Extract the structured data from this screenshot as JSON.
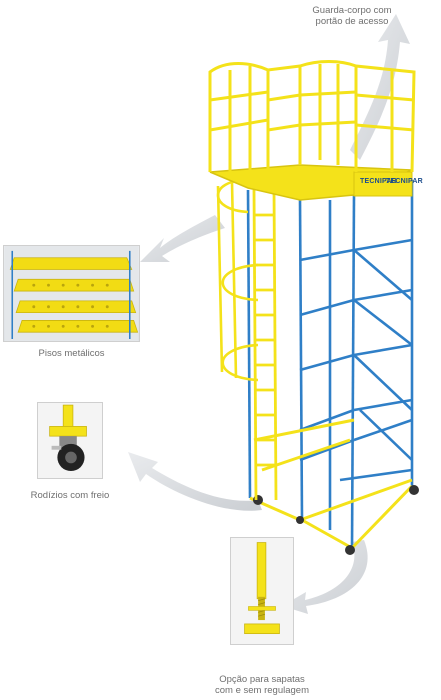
{
  "captions": {
    "guard_rail": [
      "Guarda-corpo com",
      "portão de acesso"
    ],
    "floors": "Pisos metálicos",
    "casters": "Rodízios com freio",
    "feet": [
      "Opção para sapatas",
      "com e sem regulagem"
    ]
  },
  "brand": {
    "logo_left": "TECNIPAR",
    "logo_right": "TECNIPAR"
  },
  "colors": {
    "scaffold_yellow": "#f4e21a",
    "frame_blue": "#2f7fc7",
    "arrow_gray": "#c9ccd0",
    "caption_gray": "#6f6f6f"
  }
}
